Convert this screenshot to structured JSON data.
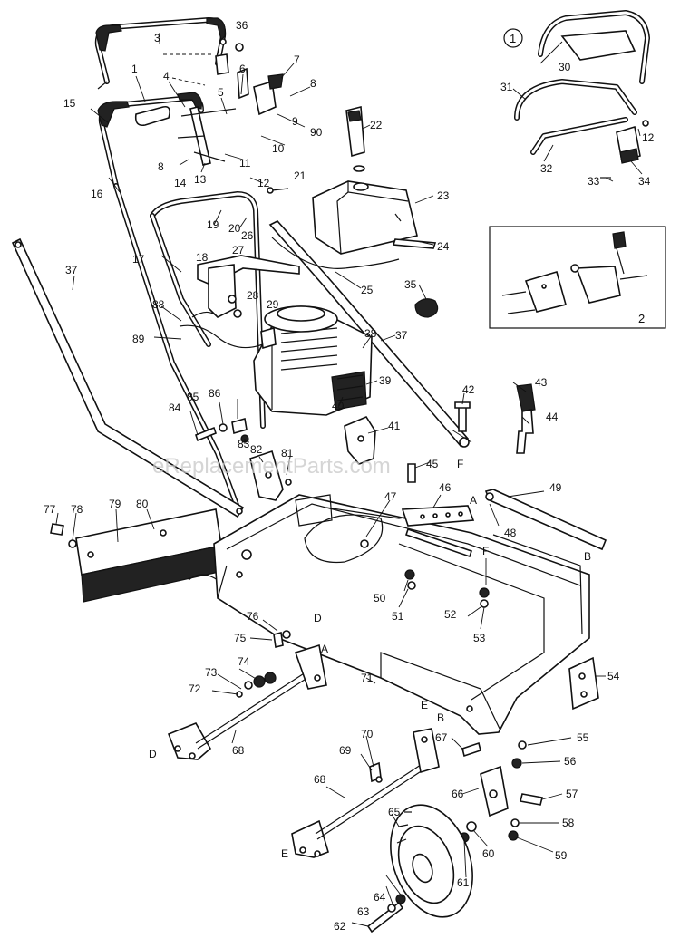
{
  "watermark": "eReplacementParts.com",
  "callouts": {
    "c1": "1",
    "c2": "2",
    "c3": "3",
    "c4": "4",
    "c5": "5",
    "c6": "6",
    "c7": "7",
    "c8a": "8",
    "c8b": "8",
    "c9": "9",
    "c10": "10",
    "c11": "11",
    "c12a": "12",
    "c12b": "12",
    "c13": "13",
    "c14": "14",
    "c15": "15",
    "c16": "16",
    "c17": "17",
    "c18": "18",
    "c19": "19",
    "c20": "20",
    "c21": "21",
    "c22": "22",
    "c23": "23",
    "c24": "24",
    "c25": "25",
    "c26": "26",
    "c27": "27",
    "c28": "28",
    "c29": "29",
    "c30": "30",
    "c31": "31",
    "c32": "32",
    "c33": "33",
    "c34": "34",
    "c35": "35",
    "c36": "36",
    "c37a": "37",
    "c37b": "37",
    "c38": "38",
    "c39": "39",
    "c40": "40",
    "c41": "41",
    "c42": "42",
    "c43": "43",
    "c44": "44",
    "c45": "45",
    "c46": "46",
    "c47": "47",
    "c48": "48",
    "c49": "49",
    "c50": "50",
    "c51": "51",
    "c52": "52",
    "c53": "53",
    "c54": "54",
    "c55": "55",
    "c56": "56",
    "c57": "57",
    "c58": "58",
    "c59": "59",
    "c60": "60",
    "c61": "61",
    "c62": "62",
    "c63": "63",
    "c64": "64",
    "c65": "65",
    "c66": "66",
    "c67": "67",
    "c68a": "68",
    "c68b": "68",
    "c69": "69",
    "c70": "70",
    "c71": "71",
    "c72": "72",
    "c73": "73",
    "c74": "74",
    "c75": "75",
    "c76": "76",
    "c77": "77",
    "c78": "78",
    "c79": "79",
    "c80": "80",
    "c81": "81",
    "c82": "82",
    "c83": "83",
    "c84": "84",
    "c85": "85",
    "c86": "86",
    "c88": "88",
    "c89": "89",
    "c90": "90"
  },
  "letters": {
    "A1": "A",
    "A2": "A",
    "B1": "B",
    "B2": "B",
    "D1": "D",
    "D2": "D",
    "E1": "E",
    "E2": "E",
    "F1": "F",
    "F2": "F"
  },
  "insets": {
    "inset1_number": "1",
    "inset2_number": "2"
  }
}
